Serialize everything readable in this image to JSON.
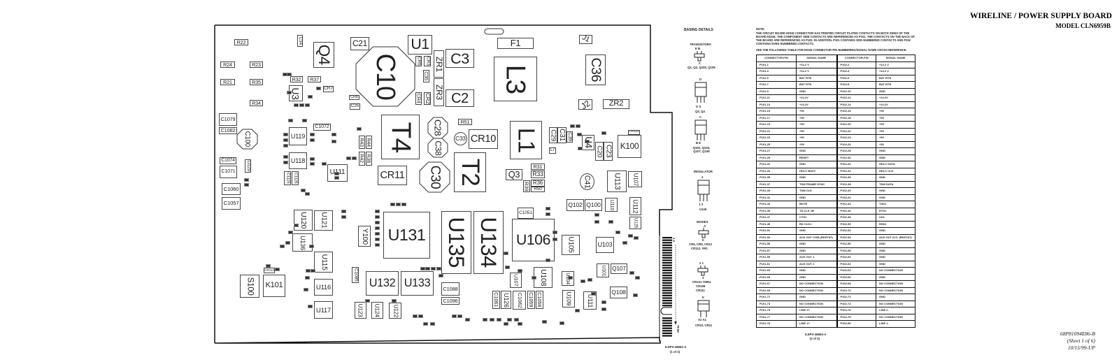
{
  "header": {
    "title": "WIRELINE / POWER SUPPLY BOARD",
    "model": "MODEL CLN6959B"
  },
  "footer": {
    "part_number": "68P81094E86-B",
    "sheet": "(Sheet 1 of 6)",
    "date": "10/15/99-UP"
  },
  "drawing_refs": {
    "board": {
      "id": "ILEPS-48652-A",
      "page": "(1 of 2)"
    },
    "table": {
      "id": "ILEPS-48653-A",
      "page": "(2 of 2)"
    }
  },
  "edge_connector": {
    "top_pins": "1 2",
    "bottom_pins": "79 80"
  },
  "note": {
    "heading": "NOTE:",
    "body": "THE CIRCUIT BOARD EDGE CONNECTOR HAS PRINTED CIRCUIT PLATED CONTACTS ON BOTH SIDES OF THE BOARD EDGE. THE COMPONENT SIDE CONTACTS ARE REFERENCED AS P101. THE CONTACTS ON THE BACK OF THE BOARD ARE REFERENCED AS P102. IN ADDITION, P101 CONTAINS ODD NUMBERED CONTACTS AND P102 CONTAINS EVEN NUMBERED CONTACTS.",
    "see": "SEE THE FOLLOWING TABLE FOR EDGE CONNECTOR PIN NUMBERING/SIGNAL NAME CROSS-REFERENCE."
  },
  "pin_table": {
    "headers": [
      "CONNECTOR-PIN",
      "SIGNAL NAME",
      "CONNECTOR-PIN",
      "SIGNAL NAME"
    ],
    "rows": [
      [
        "P101-1",
        "+14.2 V",
        "P102-2",
        "+14.2 V"
      ],
      [
        "P101-3",
        "+14.2 V",
        "P102-4",
        "+14.2 V"
      ],
      [
        "P101-5",
        "BAT RTN",
        "P102-6",
        "BAT RTN"
      ],
      [
        "P101-7",
        "BAT RTN",
        "P102-8",
        "BAT RTN"
      ],
      [
        "P101-9",
        "GND",
        "P102-10",
        "GND"
      ],
      [
        "P101-11",
        "+14.2V",
        "P102-12",
        "+14.2V"
      ],
      [
        "P101-13",
        "+14.2V",
        "P102-14",
        "+14.2V"
      ],
      [
        "P101-15",
        "+5V",
        "P102-16",
        "+5V"
      ],
      [
        "P101-17",
        "+5V",
        "P102-18",
        "+5V"
      ],
      [
        "P101-19",
        "+5V",
        "P102-20",
        "+5V"
      ],
      [
        "P101-21",
        "+5V",
        "P102-22",
        "+5V"
      ],
      [
        "P101-23",
        "+5V",
        "P102-24",
        "+5V"
      ],
      [
        "P101-25",
        "+5V",
        "P102-26",
        "+5V"
      ],
      [
        "P101-27",
        "GND",
        "P102-28",
        "GND"
      ],
      [
        "P101-29",
        "RESET",
        "P102-30",
        "GND"
      ],
      [
        "P101-31",
        "GND",
        "P102-32",
        "HDLC DATA"
      ],
      [
        "P101-33",
        "HDLC BUSY",
        "P102-34",
        "HDLC CLK"
      ],
      [
        "P101-35",
        "GND",
        "P102-36",
        "GND"
      ],
      [
        "P101-37",
        "TDM FRAME SYNC",
        "P102-38",
        "TDM DATA"
      ],
      [
        "P101-39",
        "TDM CLK",
        "P102-40",
        "GND"
      ],
      [
        "P101-41",
        "GND",
        "P102-42",
        "GND"
      ],
      [
        "P101-43",
        "MUTE",
        "P102-44",
        "TXD1"
      ],
      [
        "P101-45",
        "TD CLK 1B",
        "P102-46",
        "RTS1"
      ],
      [
        "P101-47",
        "CTS1",
        "P102-48",
        "CD1"
      ],
      [
        "P101-49",
        "RD CLK1",
        "P102-50",
        "RXD1"
      ],
      [
        "P101-51",
        "GND",
        "P102-52",
        "GND"
      ],
      [
        "P101-53",
        "AUX OUT COM (RDSTAT)",
        "P102-54",
        "AUX OUT N.O. (RDSTAT)"
      ],
      [
        "P101-55",
        "GND",
        "P102-56",
        "GND"
      ],
      [
        "P101-57",
        "GND",
        "P102-58",
        "GND"
      ],
      [
        "P101-59",
        "AUX OUT 1",
        "P102-60",
        "GND"
      ],
      [
        "P101-61",
        "AUX OUT 2",
        "P102-62",
        "GND"
      ],
      [
        "P101-63",
        "GND",
        "P102-64",
        "NO CONNECTION"
      ],
      [
        "P101-65",
        "GND",
        "P102-66",
        "GND"
      ],
      [
        "P101-67",
        "NO CONNECTION",
        "P102-68",
        "NO CONNECTION"
      ],
      [
        "P101-69",
        "NO CONNECTION",
        "P102-70",
        "NO CONNECTION"
      ],
      [
        "P101-71",
        "GND",
        "P102-72",
        "GND"
      ],
      [
        "P101-73",
        "NO CONNECTION",
        "P102-74",
        "NO CONNECTION"
      ],
      [
        "P101-75",
        "LINE 2+",
        "P102-76",
        "LINE 2-"
      ],
      [
        "P101-77",
        "NO CONNECTION",
        "P102-78",
        "NO CONNECTION"
      ],
      [
        "P101-79",
        "LINE 1+",
        "P102-80",
        "LINE 1-"
      ]
    ]
  },
  "basing": {
    "title": "BASING DETAILS",
    "transistors_heading": "TRANSISTORS",
    "t1_pins_top": "E B",
    "t1_pin_bottom": "C",
    "t1_label": "Q1, Q2, Q100, Q106",
    "t2_pin_top": "D",
    "t2_pins_bottom": "G S",
    "t2_label": "Q3, Q4",
    "t3_pin_top": "C",
    "t3_pins_bottom": "B E",
    "t3_label": "Q102, Q103, Q107, Q108",
    "regulator_heading": "REGULATOR",
    "r_pin_top": "2",
    "r_pins_bottom": "1 3",
    "r_label": "U126",
    "diodes_heading": "DIODES",
    "d1_pin_top": "A",
    "d1_pin_bottom": "K",
    "d1_label_1": "CR6, CR9, CR12",
    "d1_label_2": "CR112, VR1",
    "d2_pins_top": "2 1",
    "d2_pin_bottom": "3",
    "d2_label_1": "CR101 THRU",
    "d2_label_2": "CR109",
    "d2_label_3": "CR111",
    "d3_pin_top": "K",
    "d3_pins_bottom": "A2 A1",
    "d3_label": "CR10, CR11"
  },
  "board": {
    "components": [
      "R22",
      "R24",
      "R23",
      "R21",
      "R35",
      "R34",
      "C34",
      "Q4",
      "C21",
      "C10",
      "U1",
      "R32",
      "R37",
      "CR7",
      "U3",
      "CR8",
      "C25",
      "C1079",
      "C1082",
      "C1072",
      "U119",
      "U118",
      "T4",
      "R43",
      "R44",
      "R42",
      "R38",
      "CR11",
      "C1074",
      "C1071",
      "U129",
      "U111",
      "C1125",
      "C1126",
      "C100",
      "C3",
      "C2",
      "ZR1",
      "ZR3",
      "C35",
      "F1",
      "L3",
      "J1",
      "C36",
      "J2",
      "ZR2",
      "C28",
      "C33",
      "R51",
      "CR10",
      "C30",
      "T2",
      "L1",
      "C29",
      "C31",
      "C39",
      "L7",
      "U4",
      "C20",
      "C23",
      "K100",
      "CR112",
      "Q3",
      "R31",
      "R33",
      "R36",
      "R50",
      "R39",
      "C41",
      "U113",
      "U107",
      "C1060",
      "C1057",
      "U120",
      "U121",
      "U136",
      "U115",
      "U116",
      "U117",
      "K101",
      "S100",
      "CR114",
      "Y100",
      "U131",
      "C1085",
      "U132",
      "U133",
      "U123",
      "U124",
      "U122",
      "U135",
      "U134",
      "C1051",
      "U106",
      "U105",
      "Q102",
      "Q100",
      "U110",
      "U112",
      "U125",
      "U103",
      "U101",
      "Q107",
      "Q108",
      "U108",
      "U107",
      "U104",
      "U109",
      "U111",
      "C1088",
      "C1096",
      "C1061",
      "U126",
      "C1062",
      "C1059",
      "C1058",
      "CR4",
      "CR2",
      "CR5",
      "CR3",
      "C38"
    ]
  }
}
